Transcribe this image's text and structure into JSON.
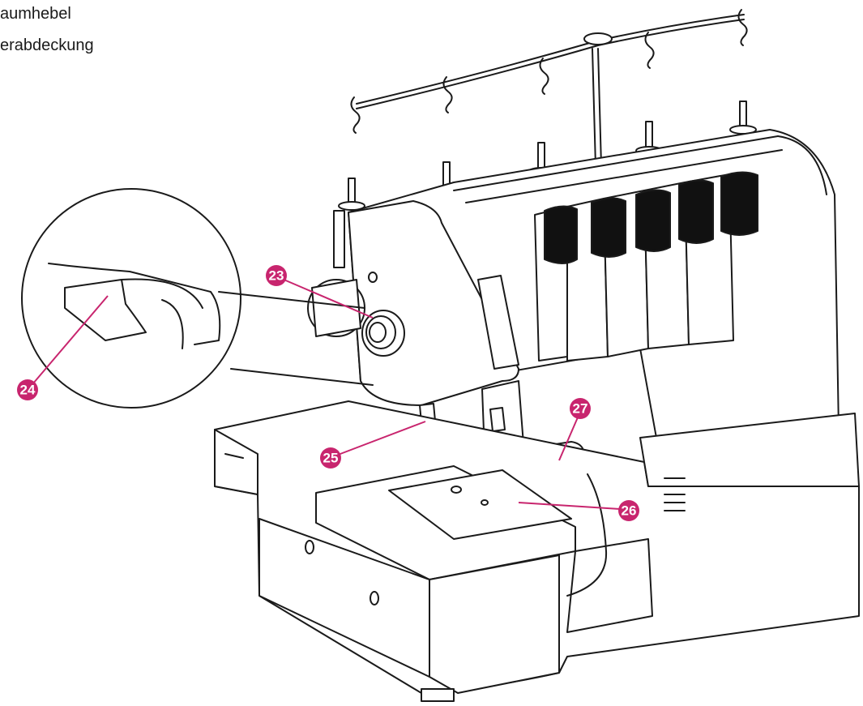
{
  "legend": [
    {
      "text": "aumhebel"
    },
    {
      "text": "erabdeckung"
    }
  ],
  "callouts": [
    {
      "id": "23",
      "label": "23"
    },
    {
      "id": "24",
      "label": "24"
    },
    {
      "id": "25",
      "label": "25"
    },
    {
      "id": "26",
      "label": "26"
    },
    {
      "id": "27",
      "label": "27"
    }
  ],
  "colors": {
    "callout": "#c8256e",
    "line": "#1a1a1a",
    "fill": "#ffffff",
    "spool_dark": "#111111"
  }
}
